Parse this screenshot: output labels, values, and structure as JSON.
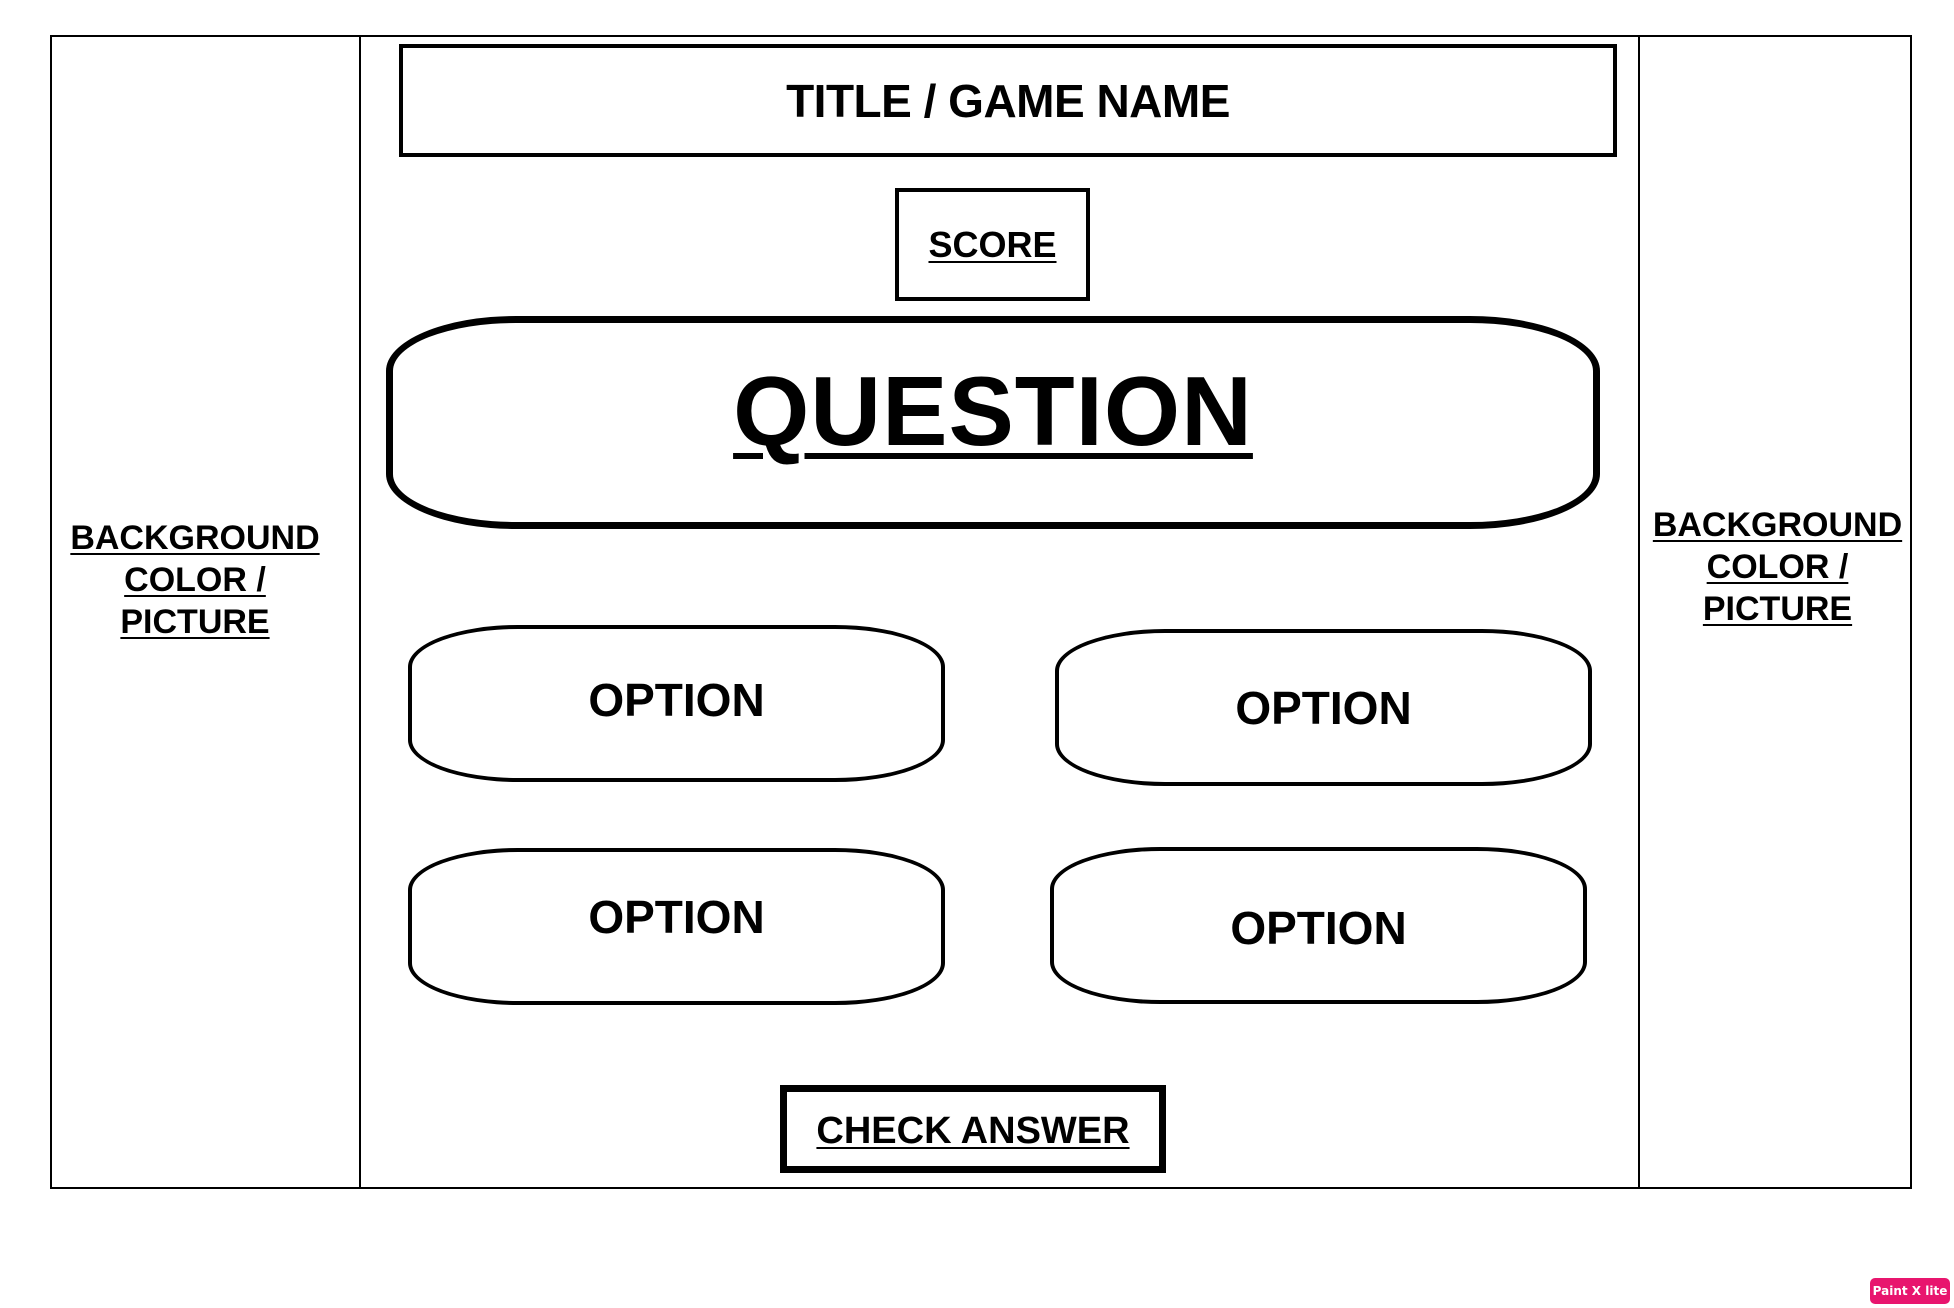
{
  "header": {
    "title": "TITLE / GAME NAME"
  },
  "score": {
    "label": "SCORE"
  },
  "question": {
    "label": "QUESTION"
  },
  "options": [
    {
      "label": "OPTION"
    },
    {
      "label": "OPTION"
    },
    {
      "label": "OPTION"
    },
    {
      "label": "OPTION"
    }
  ],
  "check_button": {
    "label": "CHECK ANSWER"
  },
  "side_left": {
    "lines": [
      "BACKGROUND",
      "COLOR /",
      "PICTURE"
    ]
  },
  "side_right": {
    "lines": [
      "BACKGROUND",
      "COLOR /",
      "PICTURE"
    ]
  },
  "watermark": {
    "text": "Paint X lite"
  },
  "colors": {
    "stroke": "#000000",
    "background": "#ffffff",
    "watermark": "#e8156e"
  }
}
